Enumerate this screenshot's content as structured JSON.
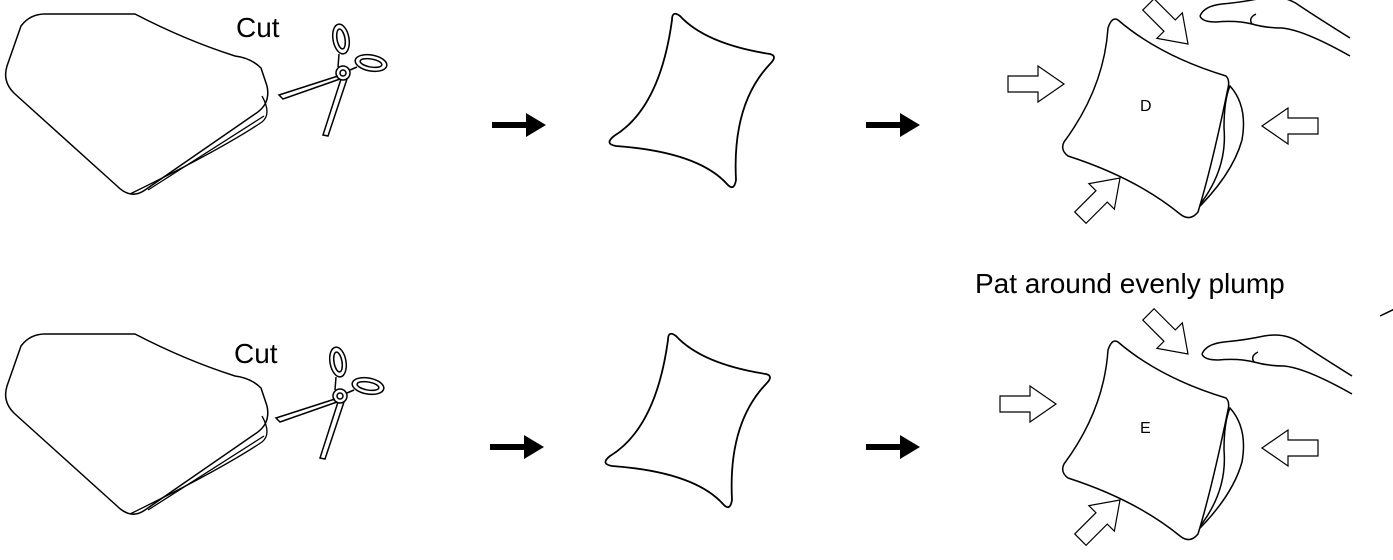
{
  "rows": [
    {
      "cut_label": "Cut",
      "pillow_letter": "D",
      "caption": ""
    },
    {
      "cut_label": "Cut",
      "pillow_letter": "E",
      "caption": "Pat around evenly plump"
    }
  ],
  "colors": {
    "line": "#000000",
    "background": "#ffffff",
    "fill": "#ffffff"
  },
  "icons": [
    "folded-sheet-icon",
    "scissors-icon",
    "arrow-right-icon",
    "cushion-icon",
    "pillow-icon",
    "hollow-arrow-icon",
    "hand-icon"
  ]
}
